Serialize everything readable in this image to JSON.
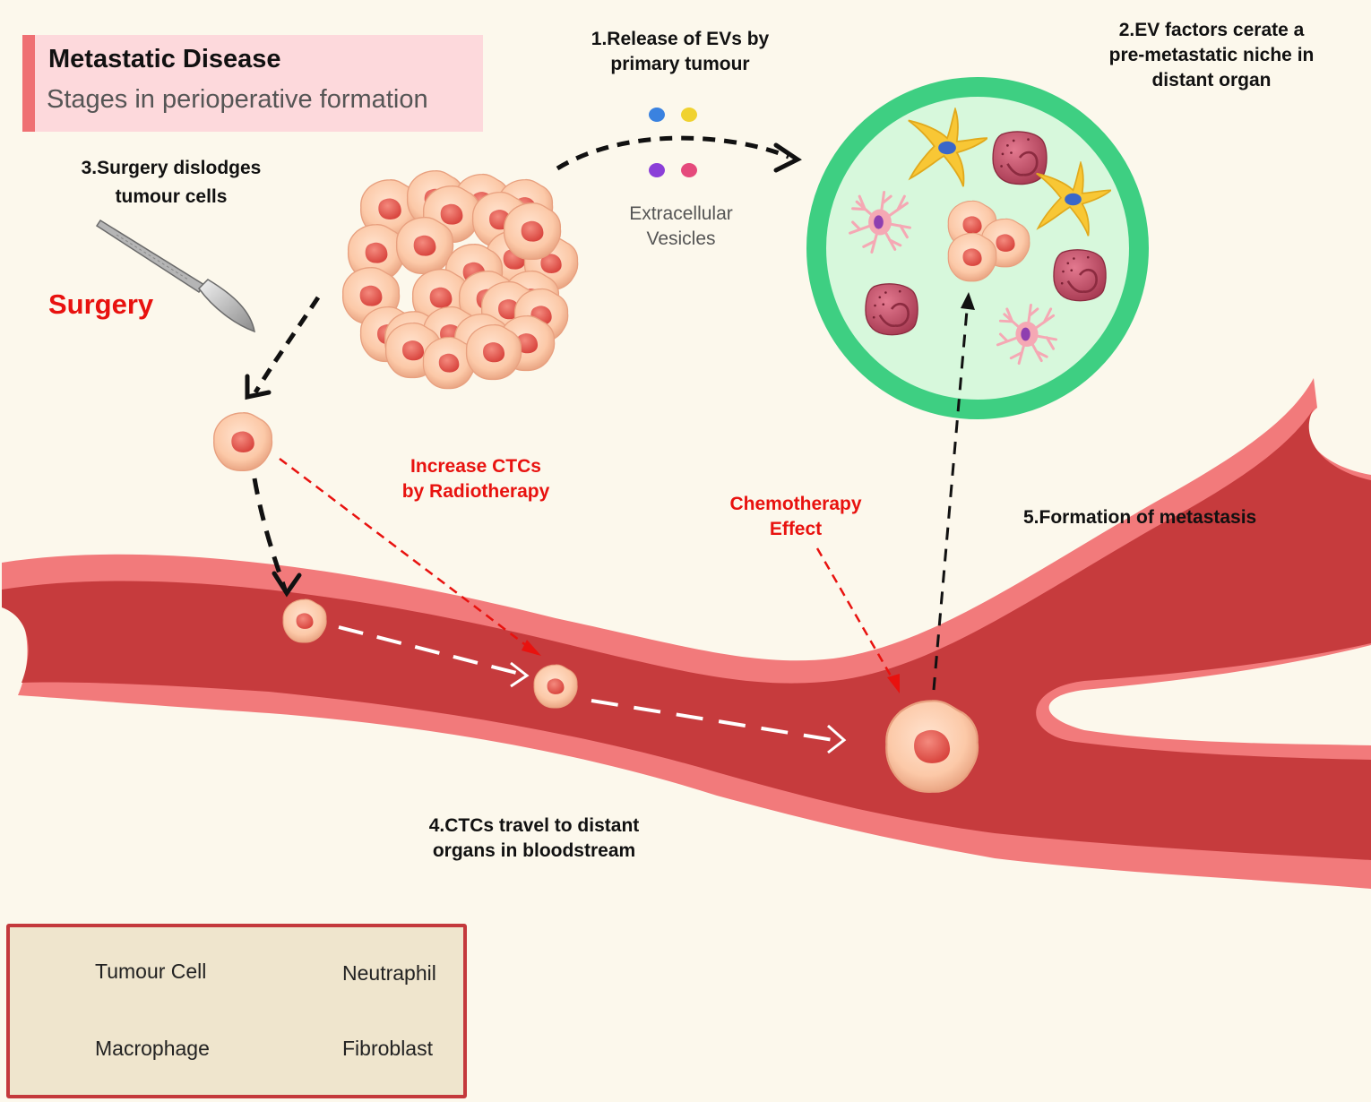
{
  "title": "Metastatic Disease",
  "subtitle": "Stages in perioperative formation",
  "steps": {
    "step1": [
      "1.Release of EVs by",
      "primary tumour"
    ],
    "step2": [
      "2.EV factors cerate a",
      "pre-metastatic niche in",
      "distant organ"
    ],
    "step3": [
      "3.Surgery dislodges",
      "tumour cells"
    ],
    "step4": [
      "4.CTCs travel to distant",
      "organs in bloodstream"
    ],
    "step5": "5.Formation of metastasis"
  },
  "labels": {
    "surgery": "Surgery",
    "vesicles": [
      "Extracellular",
      "Vesicles"
    ],
    "radiotherapy": [
      "Increase CTCs",
      "by Radiotherapy"
    ],
    "chemotherapy": [
      "Chemotherapy",
      "Effect"
    ]
  },
  "legend": {
    "tumour_cell": "Tumour Cell",
    "neutrophil": "Neutraphil",
    "macrophage": "Macrophage",
    "fibroblast": "Fibroblast"
  },
  "colors": {
    "vessel_outer": "#f27a7b",
    "vessel_inner": "#c63b3d",
    "niche_ring": "#3ecf82",
    "niche_fill": "#d7f8dc",
    "tumour_cell": "#fcc9a8",
    "nucleus": "#e8615a",
    "treatment_text": "#e8120f"
  },
  "icons": [
    "scalpel-icon",
    "tumour-cell-icon",
    "neutrophil-icon",
    "macrophage-icon",
    "fibroblast-icon",
    "vesicle-icon",
    "arrow-icon"
  ]
}
